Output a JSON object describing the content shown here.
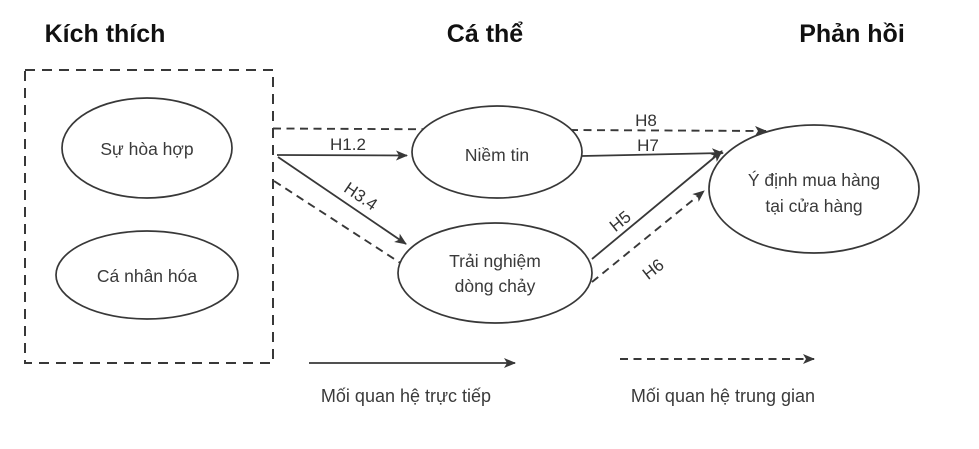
{
  "colors": {
    "background": "#ffffff",
    "ink": "#383838",
    "text": "#3a3a3a",
    "heading": "#111111"
  },
  "headers": {
    "stimulus": "Kích thích",
    "organism": "Cá thể",
    "response": "Phản hồi"
  },
  "nodes": {
    "harmony": {
      "label": "Sự hòa hợp"
    },
    "personalization": {
      "label": "Cá nhân hóa"
    },
    "trust": {
      "label": "Niềm tin"
    },
    "flow": {
      "line1": "Trải nghiệm",
      "line2": "dòng chảy"
    },
    "intention": {
      "line1": "Ý định mua hàng",
      "line2": "tại cửa hàng"
    }
  },
  "edges": {
    "h12": {
      "label": "H1.2",
      "style": "solid"
    },
    "h34": {
      "label": "H3.4",
      "style": "solid"
    },
    "h5": {
      "label": "H5",
      "style": "solid"
    },
    "h6": {
      "label": "H6",
      "style": "dashed"
    },
    "h7": {
      "label": "H7",
      "style": "solid"
    },
    "h8": {
      "label": "H8",
      "style": "dashed"
    }
  },
  "legend": {
    "direct": "Mối quan hệ trực tiếp",
    "mediated": "Mối quan hệ trung gian"
  }
}
